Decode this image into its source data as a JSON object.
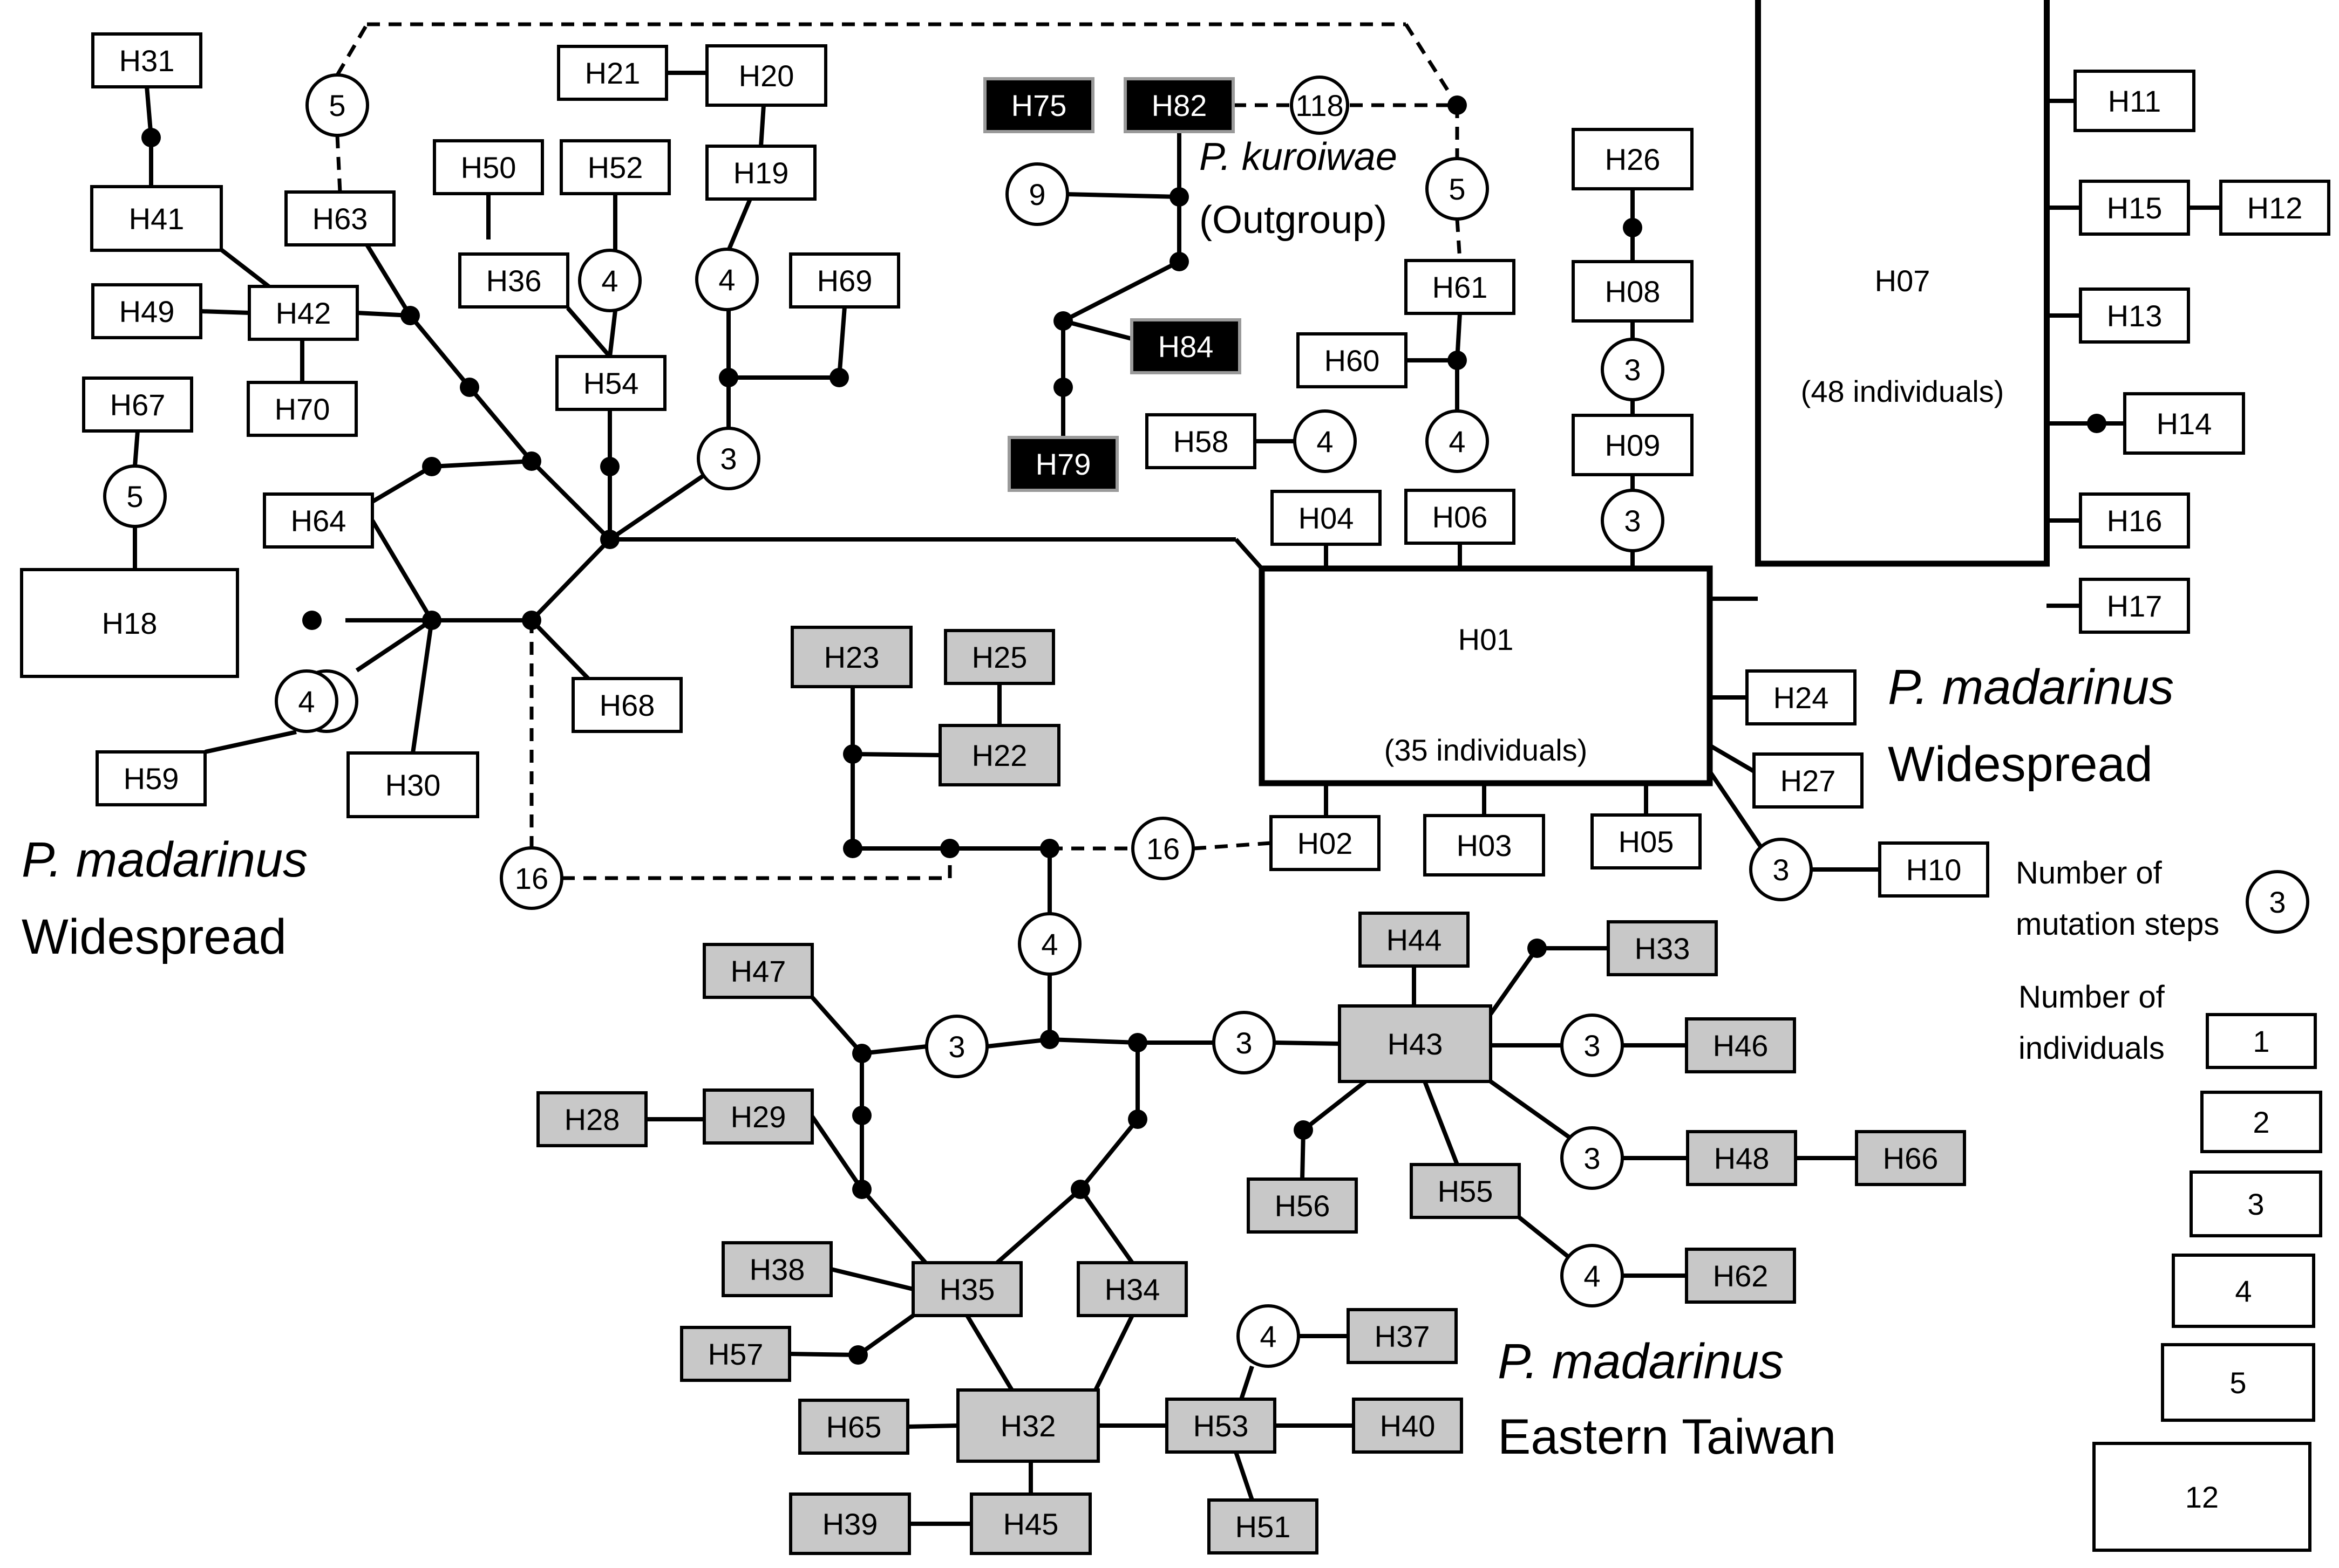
{
  "colors": {
    "widespread": "#ffffff",
    "eastern_taiwan": "#c8c8c8",
    "outgroup": "#000000",
    "stroke": "#000000"
  },
  "group_labels": {
    "widespread_left": {
      "species": "P. madarinus",
      "region": "Widespread"
    },
    "widespread_right": {
      "species": "P. madarinus",
      "region": "Widespread"
    },
    "eastern_taiwan": {
      "species": "P. madarinus",
      "region": "Eastern Taiwan"
    },
    "outgroup": {
      "species": "P. kuroiwae",
      "region": "(Outgroup)"
    }
  },
  "major_nodes": {
    "H01": {
      "name": "H01",
      "count": "(35 individuals)"
    },
    "H07": {
      "name": "H07",
      "count": "(48 individuals)"
    }
  },
  "haplotypes": {
    "white": [
      "H31",
      "H41",
      "H42",
      "H49",
      "H70",
      "H67",
      "H18",
      "H64",
      "H59",
      "H30",
      "H68",
      "H63",
      "H21",
      "H20",
      "H19",
      "H50",
      "H52",
      "H36",
      "H54",
      "H69",
      "H58",
      "H04",
      "H06",
      "H60",
      "H61",
      "H26",
      "H08",
      "H09",
      "H02",
      "H03",
      "H05",
      "H24",
      "H27",
      "H10",
      "H11",
      "H15",
      "H12",
      "H13",
      "H14",
      "H16",
      "H17"
    ],
    "grey": [
      "H23",
      "H25",
      "H22",
      "H47",
      "H28",
      "H29",
      "H38",
      "H57",
      "H35",
      "H34",
      "H65",
      "H32",
      "H53",
      "H39",
      "H45",
      "H51",
      "H37",
      "H40",
      "H44",
      "H33",
      "H43",
      "H46",
      "H48",
      "H66",
      "H56",
      "H55",
      "H62"
    ],
    "black": [
      "H75",
      "H82",
      "H84",
      "H79"
    ]
  },
  "mutation_steps": [
    "5",
    "4",
    "4",
    "3",
    "4",
    "5",
    "4",
    "16",
    "9",
    "118",
    "5",
    "4",
    "4",
    "3",
    "3",
    "16",
    "4",
    "3",
    "3",
    "3",
    "3",
    "4",
    "4",
    "3"
  ],
  "legend": {
    "mutation_label_1": "Number of",
    "mutation_label_2": "mutation steps",
    "mutation_example": "3",
    "individuals_label_1": "Number of",
    "individuals_label_2": "individuals",
    "sizes": [
      "1",
      "2",
      "3",
      "4",
      "5",
      "12"
    ]
  }
}
